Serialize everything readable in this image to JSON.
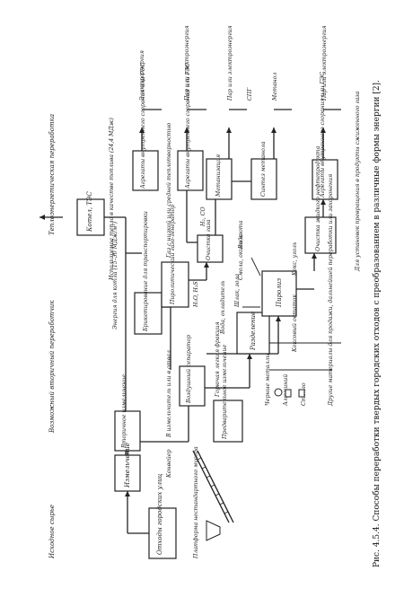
{
  "caption": "Рис. 4.5.4. Способы переработки твердых городских отходов с преобразованием в различные формы энергии [2].",
  "top_titles": {
    "input_raw": "Исходное сырье",
    "secondary_raw": "Возможный вторичный переработчик",
    "heat_processing": "Теплоэнергетическая переработка"
  },
  "boxes": {
    "urban_waste": "Отходы городских улиц",
    "shredding": "Измельчение",
    "secondary_shredding": "Вторичное измельчение",
    "preliminary_shredding": "Предварительное измельчение",
    "air_separator": "Воздушный сепаратор",
    "separation": "Разделение",
    "briquetting": "Брикетирование для транспортировки",
    "pyrolysis_gasifier": "Пиролитический газо-генератор",
    "gas_cleaning": "Очистка газа",
    "pyrolysis": "Пиролиз",
    "oil_cleaning": "Очистка жидкого нефтепродукта",
    "boiler": "Котел, ТЭС",
    "combustion_unit_1": "Агрегаты внутреннего сгорания или ГЭС",
    "combustion_unit_2": "Агрегаты внутреннего сгорания или ГЭС",
    "combustion_unit_3": "Агрегаты внутреннего сгорания или ГЭС",
    "methanization": "Метанизация",
    "methane_synthesis": "Синтез метанола"
  },
  "labels": {
    "processing_facility": "Платформа нестандартного мусора",
    "conveyor": "Конвейер",
    "to_landfill": "В измельчитель или в отвал",
    "light_fraction": "Горючая легкая фракция",
    "to_furnace": "Энергия для котла (15–30 МДж/м³)",
    "usable_heat": "Используемое тепло в качестве топлива (24,4 МДж)",
    "gas_mix": "Газ с низкой или средней теплотворностью",
    "h2o": "H₂O, H₂S",
    "h2_co": "H₂, CO",
    "tar_oil": "Смола, окиси азота",
    "slag": "Шлак, зола",
    "coal_sludge": "Коксовый остаток",
    "char": "Кокс, уголь",
    "ferrous_metals": "Черные металлы",
    "aluminum": "Алюминий",
    "glass": "Стекло",
    "other_materials": "Другие материалы для продажи, дальнейшей переработки или захоронения",
    "solvent": "Для установок превращения в продукты сжиженного газа",
    "cooling_water": "Вода, охладитель",
    "water": "Вода",
    "out_electricity_1": "Электроэнергия",
    "out_steam_1": "Пар или электроэнергия",
    "out_steam_2": "Пар или электроэнергия",
    "out_spg": "СПГ",
    "out_methanol": "Метанол",
    "out_steam_3": "Пар или электроэнергия"
  }
}
